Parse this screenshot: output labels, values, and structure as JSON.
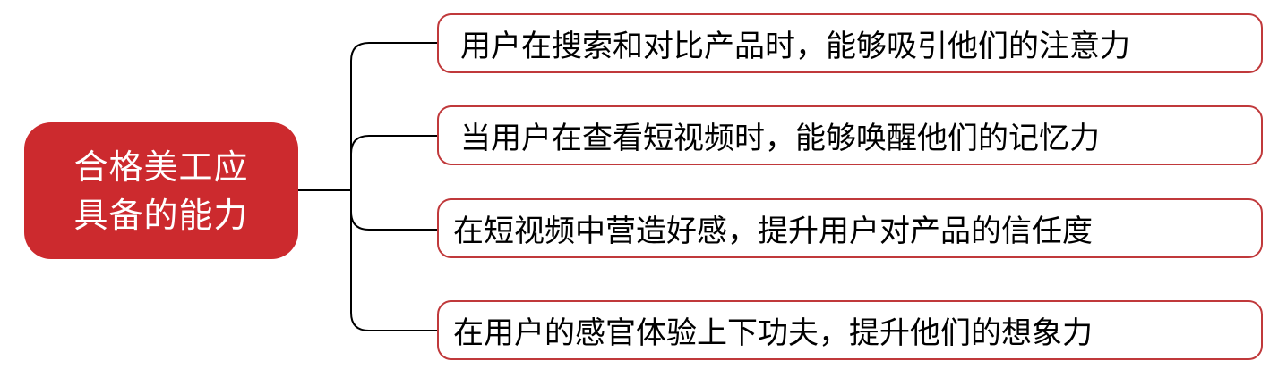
{
  "root": {
    "line1": "合格美工应",
    "line2": "具备的能力"
  },
  "branches": [
    {
      "text": "用户在搜索和对比产品时，能够吸引他们的注意力"
    },
    {
      "text": "当用户在查看短视频时，能够唤醒他们的记忆力"
    },
    {
      "text": "在短视频中营造好感，提升用户对产品的信任度"
    },
    {
      "text": "在用户的感官体验上下功夫，提升他们的想象力"
    }
  ],
  "colors": {
    "root_fill": "#cc2a2e",
    "branch_border": "#c0393b",
    "connector": "#000000"
  }
}
